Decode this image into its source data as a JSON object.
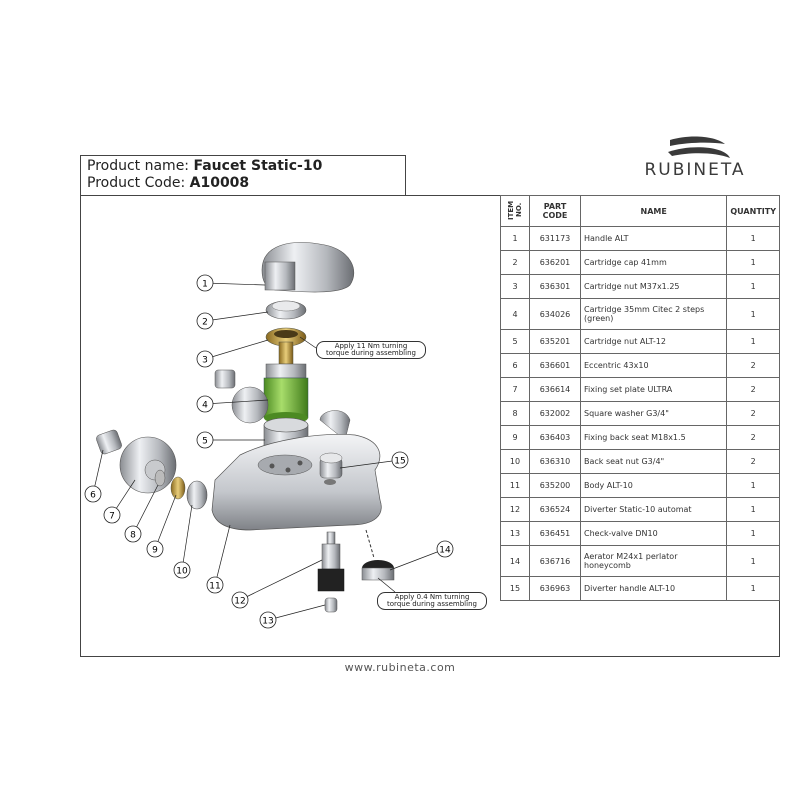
{
  "header": {
    "product_name_label": "Product name:",
    "product_name": "Faucet Static-10",
    "product_code_label": "Product Code:",
    "product_code": "A10008"
  },
  "logo": {
    "text": "RUBINETA"
  },
  "footer": {
    "url": "www.rubineta.com"
  },
  "bom": {
    "headers": {
      "item": "ITEM NO.",
      "part": "PART CODE",
      "name": "NAME",
      "qty": "QUANTITY"
    },
    "rows": [
      {
        "item": "1",
        "code": "631173",
        "name": "Handle ALT",
        "qty": "1"
      },
      {
        "item": "2",
        "code": "636201",
        "name": "Cartridge cap 41mm",
        "qty": "1"
      },
      {
        "item": "3",
        "code": "636301",
        "name": "Cartridge nut  M37x1.25",
        "qty": "1"
      },
      {
        "item": "4",
        "code": "634026",
        "name": "Cartridge 35mm Citec 2 steps (green)",
        "qty": "1"
      },
      {
        "item": "5",
        "code": "635201",
        "name": "Cartridge nut ALT-12",
        "qty": "1"
      },
      {
        "item": "6",
        "code": "636601",
        "name": "Eccentric 43x10",
        "qty": "2"
      },
      {
        "item": "7",
        "code": "636614",
        "name": "Fixing  set plate  ULTRA",
        "qty": "2"
      },
      {
        "item": "8",
        "code": "632002",
        "name": "Square washer G3/4\"",
        "qty": "2"
      },
      {
        "item": "9",
        "code": "636403",
        "name": "Fixing back seat M18x1.5",
        "qty": "2"
      },
      {
        "item": "10",
        "code": "636310",
        "name": "Back seat nut G3/4\"",
        "qty": "2"
      },
      {
        "item": "11",
        "code": "635200",
        "name": "Body  ALT-10",
        "qty": "1"
      },
      {
        "item": "12",
        "code": "636524",
        "name": "Diverter Static-10 automat",
        "qty": "1"
      },
      {
        "item": "13",
        "code": "636451",
        "name": "Check-valve  DN10",
        "qty": "1"
      },
      {
        "item": "14",
        "code": "636716",
        "name": "Aerator M24x1 perlator honeycomb",
        "qty": "1"
      },
      {
        "item": "15",
        "code": "636963",
        "name": "Diverter handle ALT-10",
        "qty": "1"
      }
    ]
  },
  "callouts": [
    "1",
    "2",
    "3",
    "4",
    "5",
    "6",
    "7",
    "8",
    "9",
    "10",
    "11",
    "12",
    "13",
    "14",
    "15"
  ],
  "notes": {
    "cartridge_nut_torque": "Apply 11 Nm turning torque during assembling",
    "aerator_torque": "Apply 0.4 Nm turning torque during assembling"
  },
  "colors": {
    "cartridge_green": "#7cc142",
    "frame": "#444444"
  }
}
